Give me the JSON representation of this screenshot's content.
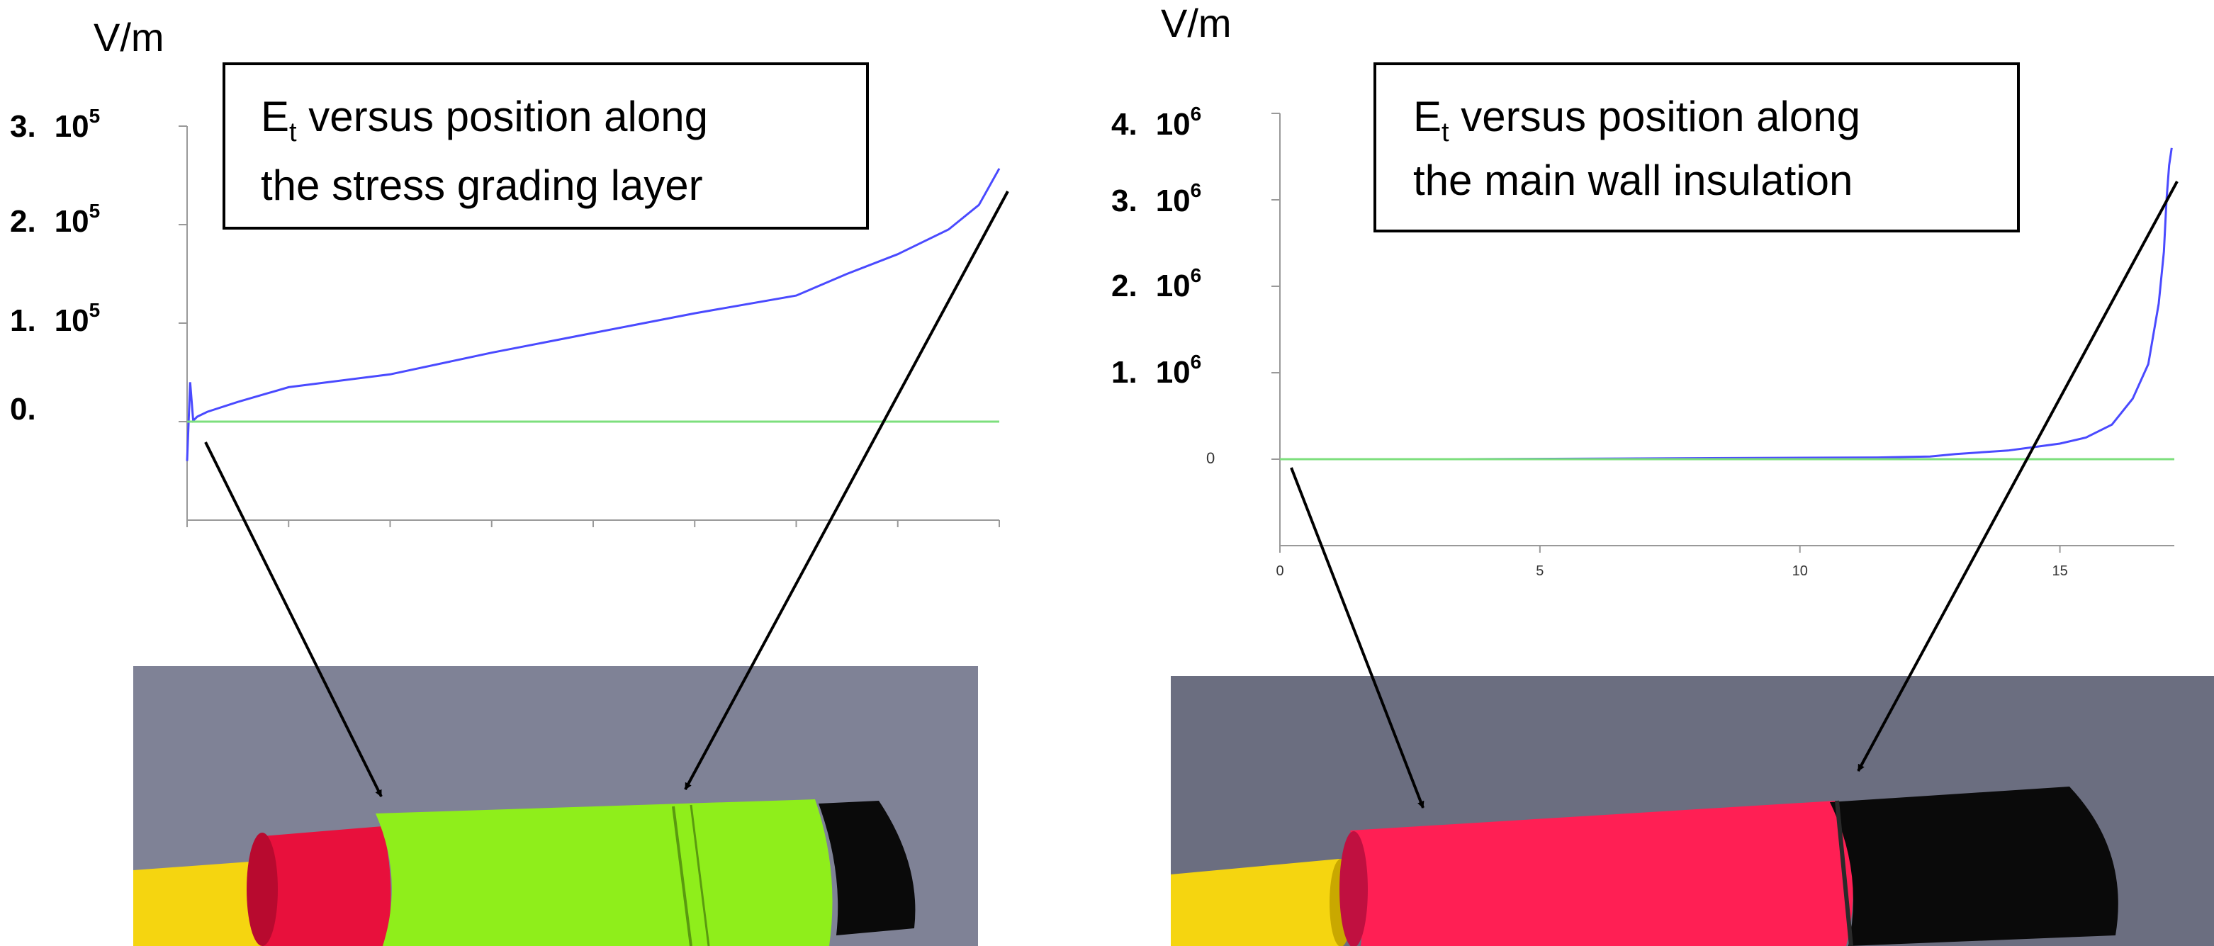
{
  "chart_data": [
    {
      "type": "line",
      "ylabel": "V/m",
      "title_parts": {
        "sym": "E",
        "sub": "t",
        "line1_rest": " versus position along",
        "line2": "the stress grading layer"
      },
      "ytick_labels": [
        {
          "value": 300000,
          "lead": "3.",
          "mant": "10",
          "exp": "5"
        },
        {
          "value": 200000,
          "lead": "2.",
          "mant": "10",
          "exp": "5"
        },
        {
          "value": 100000,
          "lead": "1.",
          "mant": "10",
          "exp": "5"
        },
        {
          "value": 0,
          "lead": "0.",
          "mant": "",
          "exp": ""
        }
      ],
      "xlim": [
        0,
        8
      ],
      "ylim": [
        -100000,
        300000
      ],
      "series": [
        {
          "color": "#4a4aff",
          "x": [
            0,
            0.03,
            0.06,
            0.1,
            0.2,
            0.5,
            1.0,
            2.0,
            3.0,
            4.0,
            5.0,
            6.0,
            6.5,
            7.0,
            7.5,
            7.8,
            8.0
          ],
          "y": [
            -40000,
            40000,
            1000,
            5000,
            10000,
            20000,
            35000,
            48000,
            70000,
            90000,
            110000,
            128000,
            150000,
            170000,
            195000,
            220000,
            257000
          ]
        },
        {
          "color": "#7ddf7d",
          "x": [
            0,
            8
          ],
          "y": [
            0,
            0
          ]
        }
      ]
    },
    {
      "type": "line",
      "ylabel": "V/m",
      "title_parts": {
        "sym": "E",
        "sub": "t",
        "line1_rest": " versus position along",
        "line2": "the main wall insulation"
      },
      "ytick_labels": [
        {
          "value": 4000000,
          "lead": "4.",
          "mant": "10",
          "exp": "6"
        },
        {
          "value": 3000000,
          "lead": "3.",
          "mant": "10",
          "exp": "6"
        },
        {
          "value": 2000000,
          "lead": "2.",
          "mant": "10",
          "exp": "6"
        },
        {
          "value": 1000000,
          "lead": "1.",
          "mant": "10",
          "exp": "6"
        },
        {
          "value": 0,
          "lead": "0",
          "mant": "",
          "exp": ""
        }
      ],
      "x_ticks": [
        0,
        5,
        10,
        15
      ],
      "xlim": [
        0,
        17.2
      ],
      "ylim": [
        -1000000,
        4000000
      ],
      "series": [
        {
          "color": "#4a4aff",
          "x": [
            3.1,
            3.4,
            11.5,
            12.5,
            13,
            14,
            15,
            15.5,
            16,
            16.4,
            16.7,
            16.9,
            17.0,
            17.05,
            17.1,
            17.15
          ],
          "y": [
            0,
            0,
            20000,
            30000,
            60000,
            100000,
            180000,
            250000,
            400000,
            700000,
            1100000,
            1800000,
            2400000,
            3000000,
            3400000,
            3600000
          ]
        },
        {
          "color": "#7ddf7d",
          "x": [
            0,
            17.2
          ],
          "y": [
            0,
            0
          ]
        }
      ]
    }
  ],
  "colors": {
    "blue": "#4a4aff",
    "green": "#7ddf7d",
    "render_bg_left": "#7f8296",
    "render_bg_right": "#6b6e80",
    "conductor_yellow": "#f5d510",
    "red": "#e8103c",
    "pink_red": "#ff1f54",
    "grading_green": "#8fee1b",
    "end_black": "#0a0a0a"
  },
  "render_images": [
    {
      "parts": [
        "yellow-conductor",
        "red-insulation",
        "green-grading-layer",
        "black-end"
      ]
    },
    {
      "parts": [
        "yellow-conductor",
        "red-insulation",
        "black-end"
      ]
    }
  ]
}
